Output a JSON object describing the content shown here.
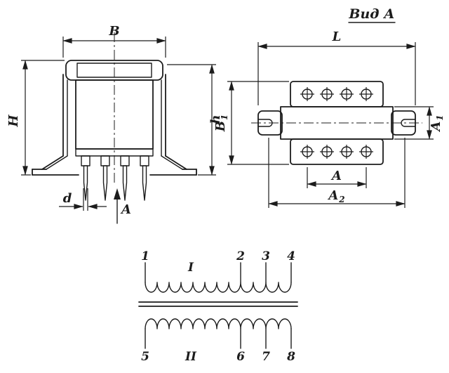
{
  "front_view": {
    "dim_b": "B",
    "dim_h_total": "H",
    "dim_h_small": "h",
    "dim_d": "d",
    "view_arrow_label": "A"
  },
  "side_view": {
    "title": "Вид А",
    "dim_l": "L",
    "dim_b1_base": "B",
    "dim_b1_sub": "1",
    "dim_a1_base": "A",
    "dim_a1_sub": "1",
    "dim_a": "A",
    "dim_a2_base": "A",
    "dim_a2_sub": "2"
  },
  "schematic": {
    "winding_i_label": "I",
    "winding_ii_label": "II",
    "pins_top": [
      "1",
      "2",
      "3",
      "4"
    ],
    "pins_bottom": [
      "5",
      "6",
      "7",
      "8"
    ]
  },
  "colors": {
    "ink": "#1c1c1c",
    "background": "#ffffff"
  }
}
